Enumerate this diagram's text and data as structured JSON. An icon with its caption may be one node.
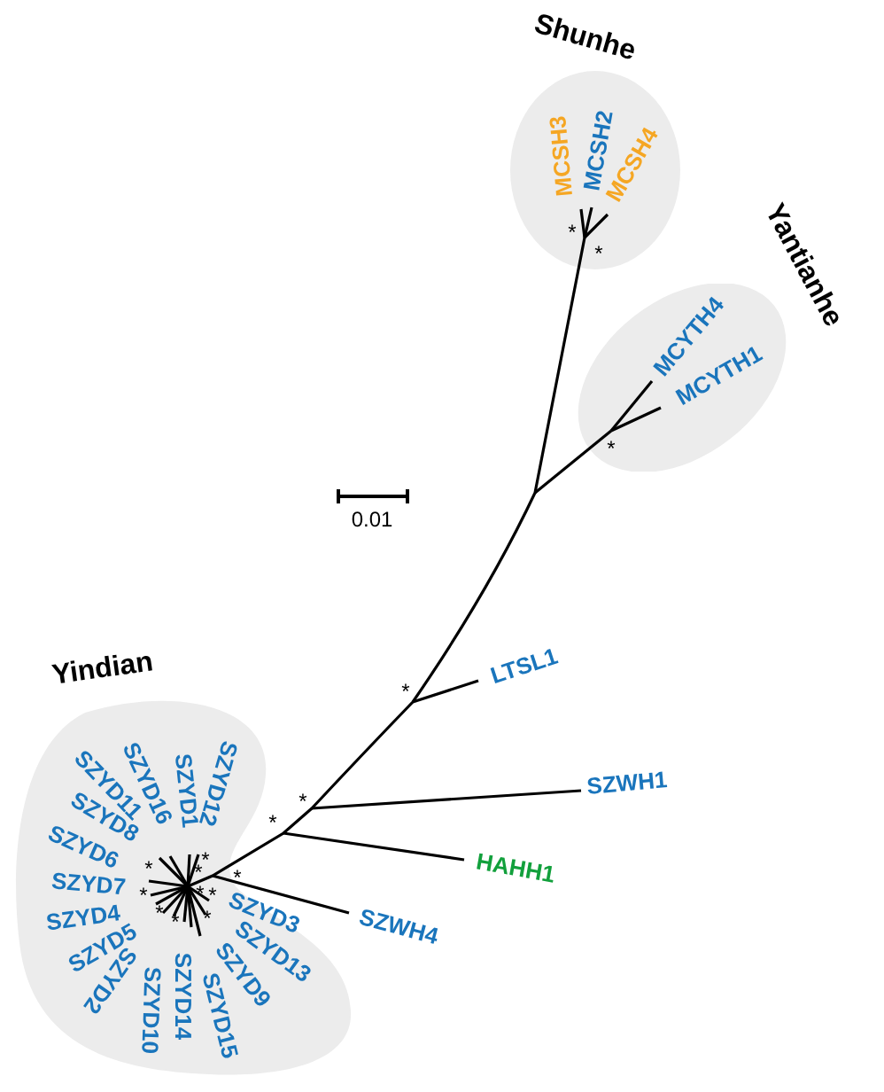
{
  "diagram": {
    "nodes": [
      {
        "text": [
          "Shunhe"
        ]
      },
      {
        "text": [
          "MCSH3"
        ],
        "in": 0
      },
      {
        "text": [
          "MCSH2"
        ],
        "in": 0
      },
      {
        "text": [
          "MCSH4"
        ],
        "in": 0
      },
      {
        "text": [
          "Yantianhe"
        ]
      },
      {
        "text": [
          "MCYTH4"
        ],
        "in": 4
      },
      {
        "text": [
          "MCYTH1"
        ],
        "in": 4
      },
      {
        "text": [
          "LTSL1"
        ]
      },
      {
        "text": [
          "Yindian"
        ]
      },
      {
        "text": [
          "SZYD12"
        ],
        "in": 8
      },
      {
        "text": [
          "SZYD1"
        ],
        "in": 8
      },
      {
        "text": [
          "SZYD16"
        ],
        "in": 8
      },
      {
        "text": [
          "SZYD11"
        ],
        "in": 8
      },
      {
        "text": [
          "SZYD8"
        ],
        "in": 8
      },
      {
        "text": [
          "SZYD6"
        ],
        "in": 8
      },
      {
        "text": [
          "SZYD7"
        ],
        "in": 8
      },
      {
        "text": [
          "SZYD4"
        ],
        "in": 8
      },
      {
        "text": [
          "SZYD5"
        ],
        "in": 8
      },
      {
        "text": [
          "SZYD2"
        ],
        "in": 8
      },
      {
        "text": [
          "SZYD10"
        ],
        "in": 8
      },
      {
        "text": [
          "SZYD14"
        ],
        "in": 8
      },
      {
        "text": [
          "SZYD15"
        ],
        "in": 8
      },
      {
        "text": [
          "SZYD9"
        ],
        "in": 8
      },
      {
        "text": [
          "SZYD13"
        ],
        "in": 8
      },
      {
        "text": [
          "SZYD3"
        ],
        "in": 8
      },
      {
        "text": [
          "SZWH1"
        ]
      },
      {
        "text": [
          "HAHH1"
        ]
      },
      {
        "text": [
          "SZWH4"
        ]
      }
    ],
    "labels": [
      "*",
      "*",
      "*",
      "0.01",
      "*",
      "*",
      "*",
      "*",
      "*",
      "*",
      "*",
      "*",
      "*",
      "*",
      "*",
      "*",
      "*"
    ]
  }
}
